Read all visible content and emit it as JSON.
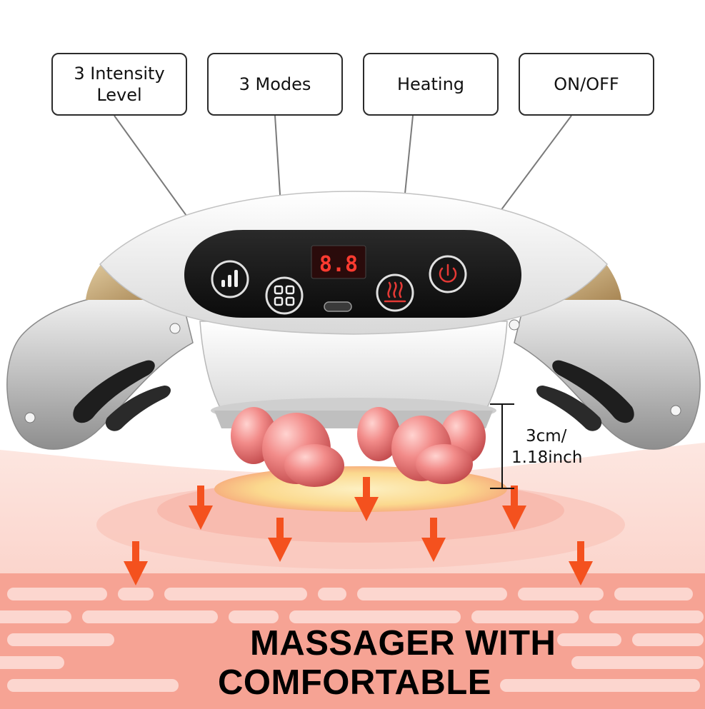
{
  "callouts": {
    "intensity": [
      "3 Intensity",
      "Level"
    ],
    "modes": "3 Modes",
    "heating": "Heating",
    "onoff": "ON/OFF"
  },
  "display_readout": "8.8",
  "measurement": [
    "3cm/",
    "1.18inch"
  ],
  "headline": [
    "MASSAGER WITH",
    "COMFORTABLE"
  ],
  "colors": {
    "skin_light": "#fbd9d2",
    "skin_band": "#f8a597",
    "heat_core": "#fbe7a8",
    "arrow": "#f4511e",
    "node_pink": "#f08a8a",
    "device_white": "#eeeeee",
    "device_gray": "#9e9e9e",
    "gold_accent": "#c9a877",
    "panel_black": "#141414",
    "button_red": "#e53935"
  },
  "icons": [
    "intensity-bars-icon",
    "modes-grid-icon",
    "usb-c-port-icon",
    "heating-flame-icon",
    "power-icon",
    "downward-heat-arrow-icon"
  ]
}
